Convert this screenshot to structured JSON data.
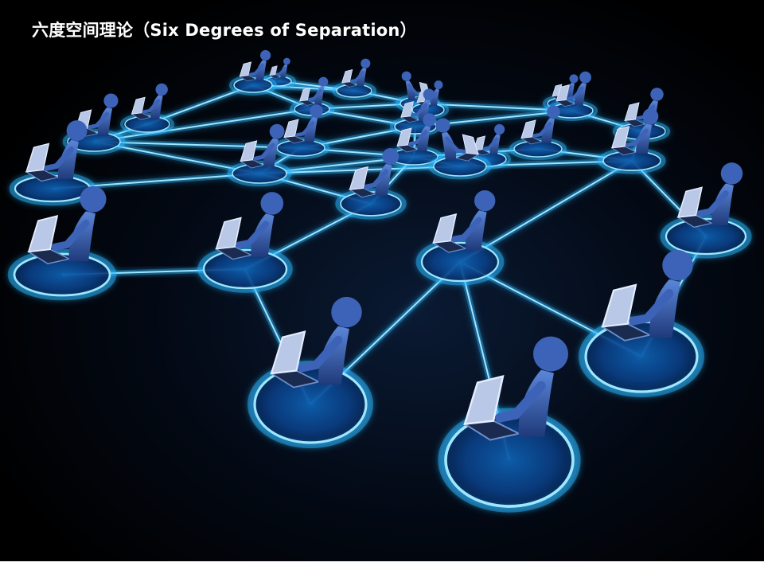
{
  "slide": {
    "title": "六度空间理论（Six Degrees of Separation）"
  },
  "colors": {
    "background": "#000000",
    "glow": "#29b6ff",
    "ring_core": "#9fe6ff",
    "figure": "#3d63b8",
    "title_text": "#ffffff"
  },
  "icons": {
    "node_figure": "person-at-laptop-icon"
  },
  "network": {
    "node_count": 28,
    "link_count": 40
  }
}
